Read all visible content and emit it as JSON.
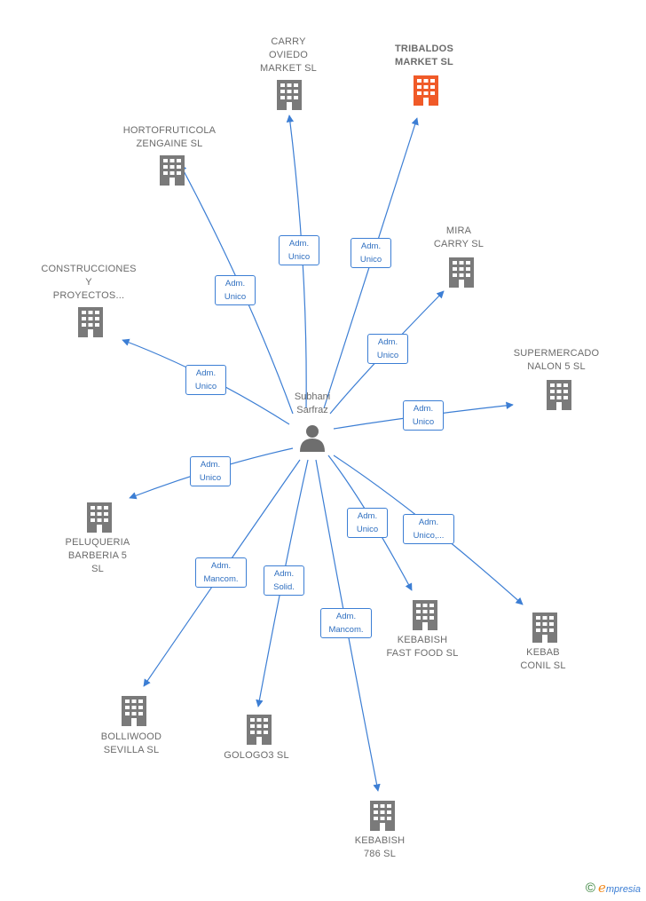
{
  "colors": {
    "edge": "#3c7ed4",
    "node": "#7a7a7a",
    "highlight": "#f05a28",
    "person": "#6e6e6e"
  },
  "person": {
    "label_line1": "Subhani",
    "label_line2": "Sarfraz",
    "icon": "person-icon"
  },
  "companies": [
    {
      "id": "carry",
      "lines": [
        "CARRY",
        "OVIEDO",
        "MARKET  SL"
      ],
      "highlight": false
    },
    {
      "id": "tribaldos",
      "lines": [
        "TRIBALDOS",
        "MARKET  SL"
      ],
      "highlight": true
    },
    {
      "id": "hortofruticola",
      "lines": [
        "HORTOFRUTICOLA",
        "ZENGAINE  SL"
      ],
      "highlight": false
    },
    {
      "id": "mira",
      "lines": [
        "MIRA",
        "CARRY  SL"
      ],
      "highlight": false
    },
    {
      "id": "construcciones",
      "lines": [
        "CONSTRUCCIONES",
        "Y",
        "PROYECTOS..."
      ],
      "highlight": false
    },
    {
      "id": "supermercado",
      "lines": [
        "SUPERMERCADO",
        "NALON 5  SL"
      ],
      "highlight": false
    },
    {
      "id": "peluqueria",
      "lines": [
        "PELUQUERIA",
        "BARBERIA 5",
        "SL"
      ],
      "highlight": false
    },
    {
      "id": "kebabish_ff",
      "lines": [
        "KEBABISH",
        "FAST FOOD SL"
      ],
      "highlight": false
    },
    {
      "id": "kebab_conil",
      "lines": [
        "KEBAB",
        "CONIL SL"
      ],
      "highlight": false
    },
    {
      "id": "bolliwood",
      "lines": [
        "BOLLIWOOD",
        "SEVILLA  SL"
      ],
      "highlight": false
    },
    {
      "id": "gologo3",
      "lines": [
        "GOLOGO3  SL"
      ],
      "highlight": false
    },
    {
      "id": "kebabish_786",
      "lines": [
        "KEBABISH",
        "786 SL"
      ],
      "highlight": false
    }
  ],
  "relations": [
    {
      "to": "carry",
      "lines": [
        "Adm.",
        "Unico"
      ]
    },
    {
      "to": "tribaldos",
      "lines": [
        "Adm.",
        "Unico"
      ]
    },
    {
      "to": "hortofruticola",
      "lines": [
        "Adm.",
        "Unico"
      ]
    },
    {
      "to": "mira",
      "lines": [
        "Adm.",
        "Unico"
      ]
    },
    {
      "to": "construcciones",
      "lines": [
        "Adm.",
        "Unico"
      ]
    },
    {
      "to": "supermercado",
      "lines": [
        "Adm.",
        "Unico"
      ]
    },
    {
      "to": "peluqueria",
      "lines": [
        "Adm.",
        "Unico"
      ]
    },
    {
      "to": "kebabish_ff",
      "lines": [
        "Adm.",
        "Unico"
      ]
    },
    {
      "to": "kebab_conil",
      "lines": [
        "Adm.",
        "Unico,..."
      ]
    },
    {
      "to": "bolliwood",
      "lines": [
        "Adm.",
        "Mancom."
      ]
    },
    {
      "to": "gologo3",
      "lines": [
        "Adm.",
        "Solid."
      ]
    },
    {
      "to": "kebabish_786",
      "lines": [
        "Adm.",
        "Mancom."
      ]
    }
  ],
  "footer": {
    "copyright": "©",
    "brand_e": "e",
    "brand_rest": "mpresia"
  }
}
